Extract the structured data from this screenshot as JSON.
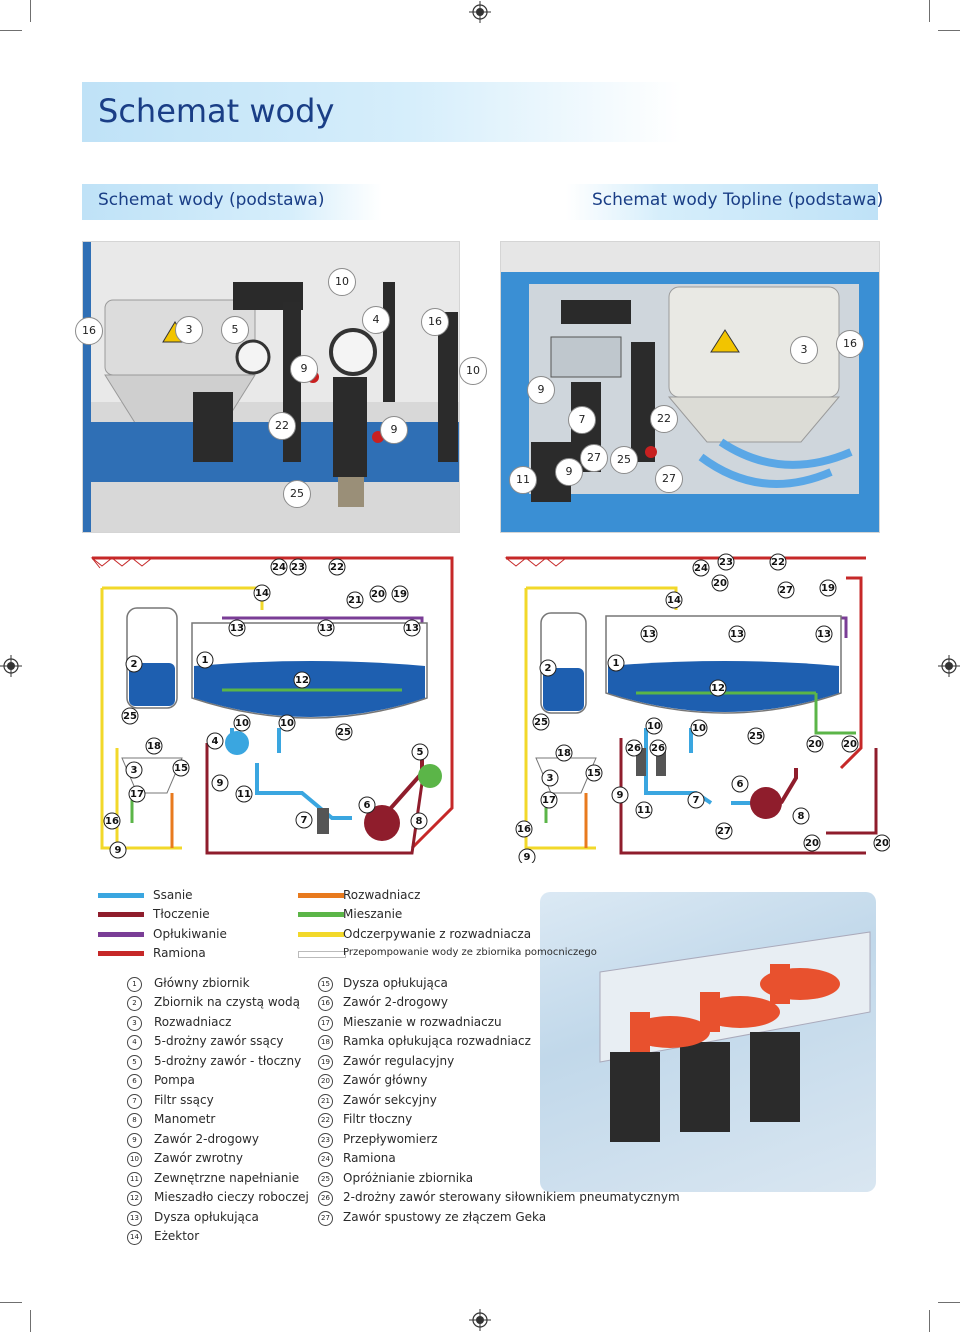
{
  "header": {
    "title": "Schemat wody"
  },
  "subtitles": {
    "left": "Schemat wody (podstawa)",
    "right": "Schemat wody Topline (podstawa)"
  },
  "photo_left_callouts": [
    "10",
    "16",
    "3",
    "5",
    "4",
    "16",
    "9",
    "10",
    "22",
    "9",
    "25"
  ],
  "photo_right_callouts": [
    "3",
    "16",
    "9",
    "7",
    "22",
    "11",
    "9",
    "27",
    "25",
    "27"
  ],
  "legend_lines": [
    {
      "label": "Ssanie",
      "color": "#3aa6e0"
    },
    {
      "label": "Tłoczenie",
      "color": "#8f1d2c"
    },
    {
      "label": "Opłukiwanie",
      "color": "#7a3d96"
    },
    {
      "label": "Ramiona",
      "color": "#c62828"
    },
    {
      "label": "Rozwadniacz",
      "color": "#e87a1e"
    },
    {
      "label": "Mieszanie",
      "color": "#5bb548"
    },
    {
      "label": "Odczerpywanie z rozwadniacza",
      "color": "#f2d82a"
    },
    {
      "label": "Przepompowanie wody ze zbiornika pomocniczego",
      "color": "#ffffff"
    }
  ],
  "components_left": [
    {
      "n": "1",
      "label": "Główny zbiornik"
    },
    {
      "n": "2",
      "label": "Zbiornik na czystą wodą"
    },
    {
      "n": "3",
      "label": "Rozwadniacz"
    },
    {
      "n": "4",
      "label": "5-drożny zawór ssący"
    },
    {
      "n": "5",
      "label": "5-drożny zawór - tłoczny"
    },
    {
      "n": "6",
      "label": "Pompa"
    },
    {
      "n": "7",
      "label": "Filtr ssący"
    },
    {
      "n": "8",
      "label": "Manometr"
    },
    {
      "n": "9",
      "label": "Zawór 2-drogowy"
    },
    {
      "n": "10",
      "label": "Zawór zwrotny"
    },
    {
      "n": "11",
      "label": "Zewnętrzne napełnianie"
    },
    {
      "n": "12",
      "label": "Mieszadło cieczy roboczej"
    },
    {
      "n": "13",
      "label": "Dysza opłukująca"
    },
    {
      "n": "14",
      "label": "Eżektor"
    }
  ],
  "components_right": [
    {
      "n": "15",
      "label": "Dysza opłukująca"
    },
    {
      "n": "16",
      "label": "Zawór 2-drogowy"
    },
    {
      "n": "17",
      "label": "Mieszanie w rozwadniaczu"
    },
    {
      "n": "18",
      "label": "Ramka opłukująca rozwadniacz"
    },
    {
      "n": "19",
      "label": "Zawór regulacyjny"
    },
    {
      "n": "20",
      "label": "Zawór główny"
    },
    {
      "n": "21",
      "label": "Zawór sekcyjny"
    },
    {
      "n": "22",
      "label": "Filtr tłoczny"
    },
    {
      "n": "23",
      "label": "Przepływomierz"
    },
    {
      "n": "24",
      "label": "Ramiona"
    },
    {
      "n": "25",
      "label": "Opróżnianie zbiornika"
    },
    {
      "n": "26",
      "label": "2-drożny zawór sterowany siłownikiem pneumatycznym"
    },
    {
      "n": "27",
      "label": "Zawór spustowy ze złączem Geka"
    }
  ]
}
